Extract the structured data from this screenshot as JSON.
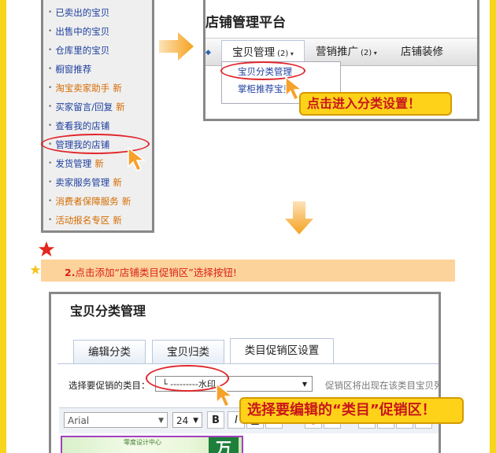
{
  "left_menu": {
    "items": [
      {
        "label": "已卖出的宝贝",
        "new": ""
      },
      {
        "label": "出售中的宝贝",
        "new": ""
      },
      {
        "label": "仓库里的宝贝",
        "new": ""
      },
      {
        "label": "橱窗推荐",
        "new": ""
      },
      {
        "label": "淘宝卖家助手",
        "new": "新"
      },
      {
        "label": "买家留言/回复",
        "new": "新"
      },
      {
        "label": "查看我的店铺",
        "new": ""
      },
      {
        "label": "管理我的店铺",
        "new": ""
      },
      {
        "label": "发货管理",
        "new": "新"
      },
      {
        "label": "卖家服务管理",
        "new": "新"
      },
      {
        "label": "消费者保障服务",
        "new": "新"
      },
      {
        "label": "活动报名专区",
        "new": "新"
      }
    ]
  },
  "platform": {
    "title": "店铺管理平台",
    "nav": [
      {
        "label": "宝贝管理",
        "count": "(2)"
      },
      {
        "label": "营销推广",
        "count": "(2)"
      },
      {
        "label": "店铺装修",
        "count": ""
      }
    ],
    "dropdown": [
      "宝贝分类管理",
      "掌柜推荐宝贝"
    ]
  },
  "callout1": "点击进入分类设置！",
  "step": {
    "number": "2.",
    "text": "点击添加“店铺类目促销区”选择按钮!"
  },
  "cat_panel": {
    "title": "宝贝分类管理",
    "tabs": [
      "编辑分类",
      "宝贝归类",
      "类目促销区设置"
    ],
    "select_label": "选择要促销的类目：",
    "select_value": "└ ---------水印",
    "note": "促销区将出现在该类目宝贝列",
    "toolbar": {
      "font": "Arial",
      "size": "24",
      "bold": "B"
    },
    "banner_text": "零度设计中心",
    "banner_char": "万"
  },
  "callout2": "选择要编辑的“类目”促销区！",
  "colors": {
    "frame": "#f7d51a",
    "callout": "#ffd21a",
    "callout_text": "#c8171b",
    "highlight": "#e0262b",
    "link": "#1d3f9e"
  }
}
